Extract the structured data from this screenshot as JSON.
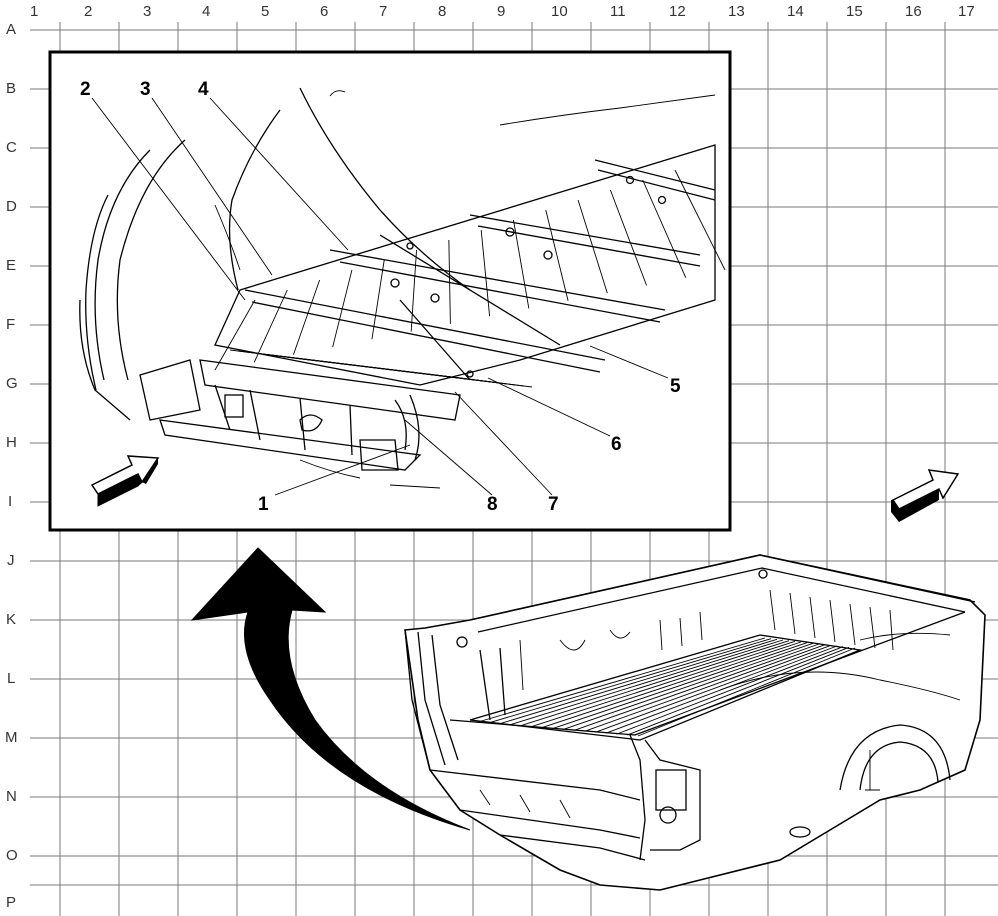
{
  "grid": {
    "columns": [
      "1",
      "2",
      "3",
      "4",
      "5",
      "6",
      "7",
      "8",
      "9",
      "10",
      "11",
      "12",
      "13",
      "14",
      "15",
      "16",
      "17"
    ],
    "rows": [
      "A",
      "B",
      "C",
      "D",
      "E",
      "F",
      "G",
      "H",
      "I",
      "J",
      "K",
      "L",
      "M",
      "N",
      "O",
      "P"
    ]
  },
  "callouts": [
    "1",
    "2",
    "3",
    "4",
    "5",
    "6",
    "7",
    "8"
  ],
  "icons": {
    "view_arrow": "view-direction-arrow-icon",
    "forward_arrow": "forward-direction-arrow-icon",
    "curved_arrow": "curved-arrow-icon"
  },
  "colors": {
    "line": "#000000",
    "grid": "#7a7a7a",
    "background": "#ffffff"
  }
}
